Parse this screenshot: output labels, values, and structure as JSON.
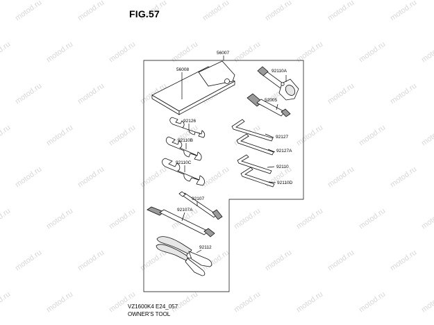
{
  "figure": {
    "title": "FIG.57",
    "footer_code": "VZ1600K4 E24_057",
    "footer_name": "OWNER'S TOOL"
  },
  "watermark": {
    "text": "motod.ru"
  },
  "parts": [
    {
      "id": "p56007",
      "number": "56007"
    },
    {
      "id": "p56008",
      "number": "56008"
    },
    {
      "id": "p92110A",
      "number": "92110A"
    },
    {
      "id": "p52005",
      "number": "52005"
    },
    {
      "id": "p92126",
      "number": "92126"
    },
    {
      "id": "p92127",
      "number": "92127"
    },
    {
      "id": "p92110B",
      "number": "92110B"
    },
    {
      "id": "p92127A",
      "number": "92127A"
    },
    {
      "id": "p92110C",
      "number": "92110C"
    },
    {
      "id": "p92110",
      "number": "92110"
    },
    {
      "id": "p92110D",
      "number": "92110D"
    },
    {
      "id": "p92107",
      "number": "92107"
    },
    {
      "id": "p92107A",
      "number": "92107A"
    },
    {
      "id": "p92112",
      "number": "92112"
    }
  ]
}
